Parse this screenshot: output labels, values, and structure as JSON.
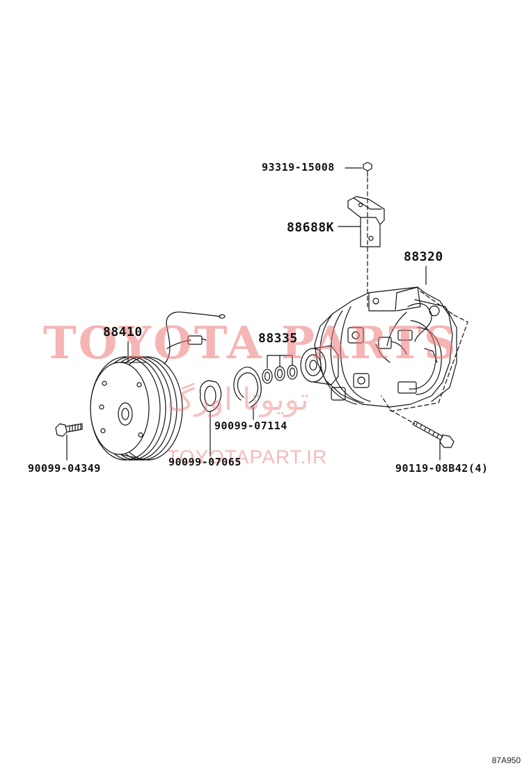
{
  "watermark": {
    "brand": "TOYOTA PARTS",
    "persian": "تویوتا اورگ",
    "url": "TOYOTAPART.IR"
  },
  "diagram_code": "87A950",
  "parts": {
    "screw_top": "93319-15008",
    "bracket": "88688K",
    "compressor": "88320",
    "clutch": "88410",
    "shims": "88335",
    "snap_ring": "90099-07114",
    "ring_small": "90099-07065",
    "bolt_left": "90099-04349",
    "bolt_right": "90119-08B42(4)"
  }
}
